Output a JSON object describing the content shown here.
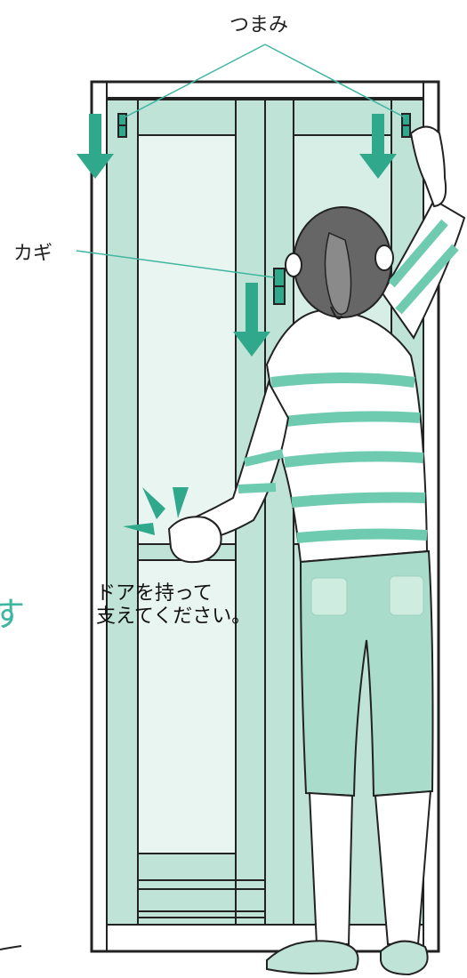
{
  "labels": {
    "knob": "つまみ",
    "lock": "カギ",
    "instruction_line1": "ドアを持って",
    "instruction_line2": "支えてください。",
    "cropped_edge_char": "す"
  },
  "colors": {
    "accent": "#2fa88c",
    "door_fill": "#bfe3d6",
    "glass_fill": "#e9f5f0",
    "stripe": "#6fcbb0",
    "hair": "#666666",
    "shorts": "#a9dccb",
    "outline": "#222222"
  }
}
